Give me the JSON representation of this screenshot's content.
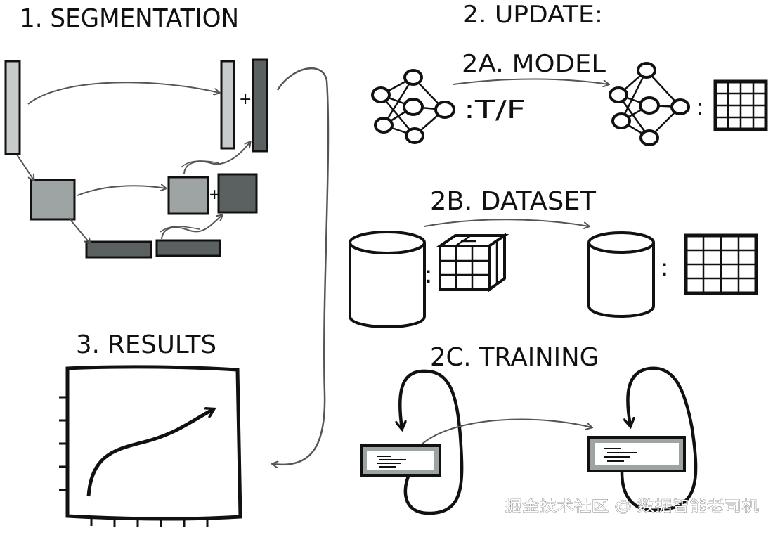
{
  "sections": {
    "segmentation": {
      "title": "1. SEGMENTATION"
    },
    "update": {
      "title": "2. UPDATE:"
    },
    "model": {
      "title": "2A. MODEL",
      "label": ":T/F",
      "target_colon": ":"
    },
    "dataset": {
      "title": "2B. DATASET",
      "colon_left": ":",
      "colon_right": ":"
    },
    "training": {
      "title": "2C. TRAINING"
    },
    "results": {
      "title": "3. RESULTS"
    }
  },
  "unet": {
    "plus_top": "+",
    "plus_mid": "+"
  },
  "watermark": "掘金技术社区 @ 数据智能老司机",
  "colors": {
    "ink": "#111111",
    "block_light": "#c8cbcb",
    "block_mid": "#9ea3a3",
    "block_dark": "#5b6161",
    "arrow_gray": "#555555"
  }
}
